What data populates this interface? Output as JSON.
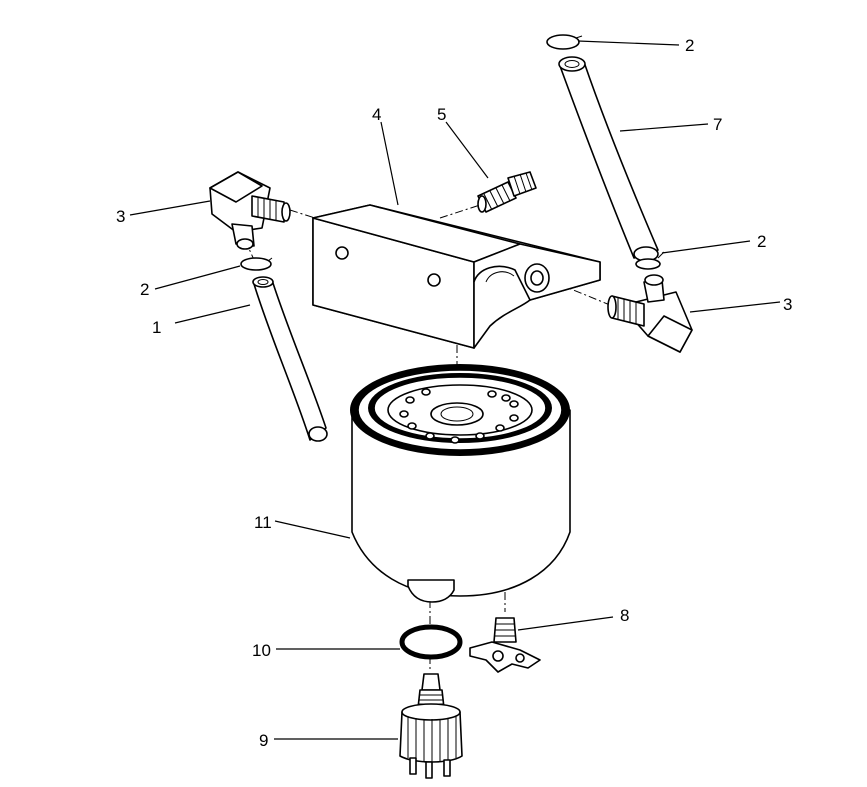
{
  "callouts": {
    "c1": "1",
    "c2a": "2",
    "c2b": "2",
    "c2c": "2",
    "c3a": "3",
    "c3b": "3",
    "c4": "4",
    "c5": "5",
    "c7": "7",
    "c8": "8",
    "c9": "9",
    "c10": "10",
    "c11": "11"
  }
}
